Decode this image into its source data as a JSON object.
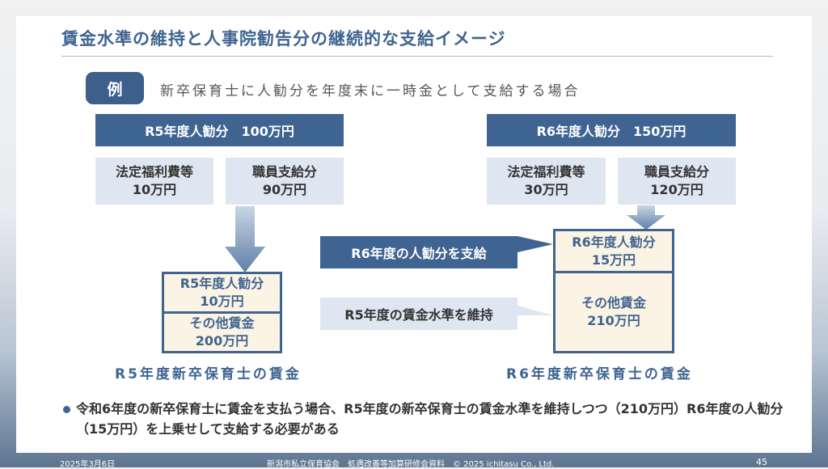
{
  "title": "賃金水準の維持と人事院勧告分の継続的な支給イメージ",
  "badge": "例",
  "subtitle": "新卒保育士に人勧分を年度末に一時金として支給する場合",
  "left": {
    "header": "R5年度人勧分　100万円",
    "box1": {
      "line1": "法定福利費等",
      "line2": "10万円"
    },
    "box2": {
      "line1": "職員支給分",
      "line2": "90万円"
    },
    "stack_top": {
      "line1": "R5年度人勧分",
      "line2": "10万円"
    },
    "stack_bottom": {
      "line1": "その他賃金",
      "line2": "200万円"
    },
    "caption": "R5年度新卒保育士の賃金"
  },
  "right": {
    "header": "R6年度人勧分　150万円",
    "box1": {
      "line1": "法定福利費等",
      "line2": "30万円"
    },
    "box2": {
      "line1": "職員支給分",
      "line2": "120万円"
    },
    "stack_top": {
      "line1": "R6年度人勧分",
      "line2": "15万円"
    },
    "stack_bottom": {
      "line1": "その他賃金",
      "line2": "210万円"
    },
    "caption": "R6年度新卒保育士の賃金"
  },
  "callouts": {
    "pay": "R6年度の人勧分を支給",
    "maintain": "R5年度の賃金水準を維持"
  },
  "bullet": "令和6年度の新卒保育士に賃金を支払う場合、R5年度の新卒保育士の賃金水準を維持しつつ（210万円）R6年度の人勧分（15万円）を上乗せして支給する必要がある",
  "footer": {
    "date": "2025年3月6日",
    "center": "新潟市私立保育協会　処遇改善等加算研修会資料　© 2025 ichitasu Co., Ltd.",
    "page": "45"
  },
  "colors": {
    "accent": "#3f6491",
    "light_box": "#dde6f1",
    "cream": "#fbf3e4"
  }
}
